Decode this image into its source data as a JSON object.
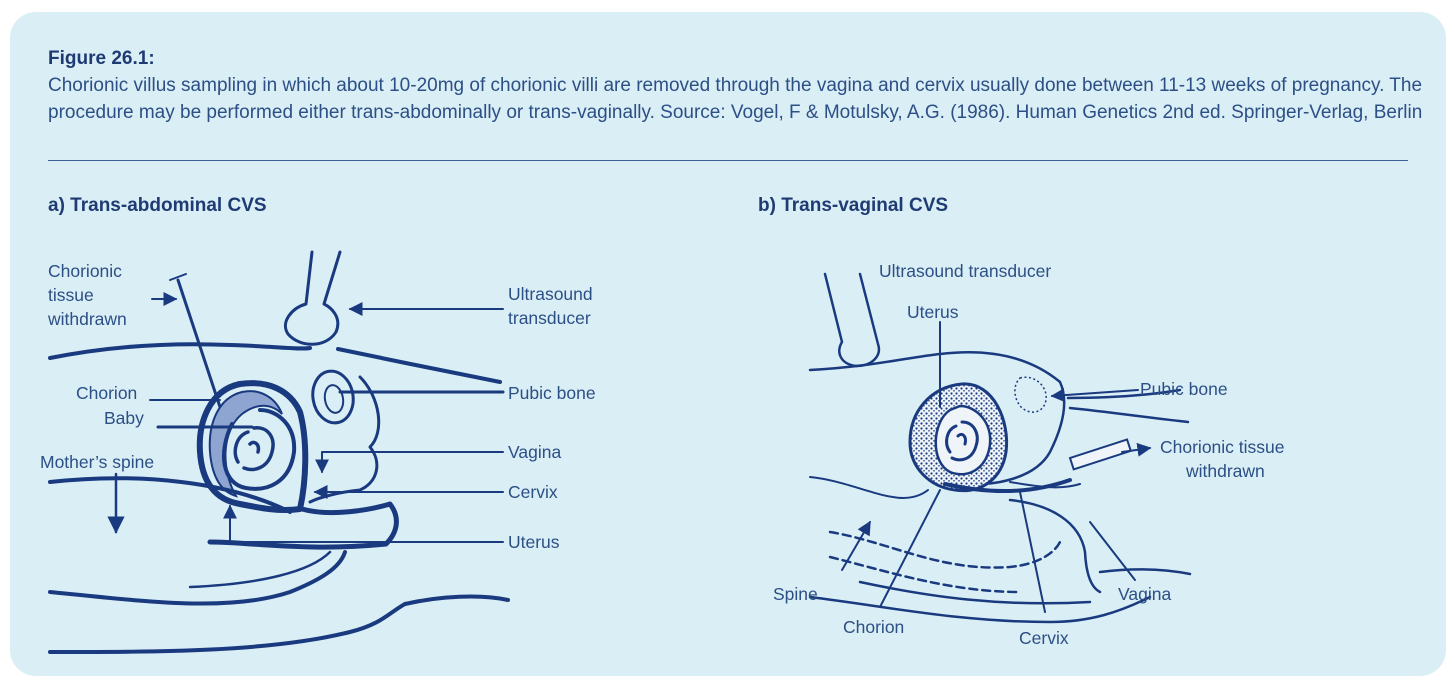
{
  "figure": {
    "label": "Figure 26.1:",
    "caption": "Chorionic villus sampling in which about 10-20mg of chorionic villi are removed through the vagina and cervix usually done between 11-13 weeks of pregnancy. The procedure may be performed either trans-abdominally or trans-vaginally. Source: Vogel, F & Motulsky, A.G. (1986). Human Genetics 2nd ed. Springer-Verlag, Berlin"
  },
  "panel_a": {
    "title": "a) Trans-abdominal CVS",
    "labels": {
      "chorionic_1": "Chorionic",
      "chorionic_2": "tissue",
      "chorionic_3": "withdrawn",
      "ultrasound_1": "Ultrasound",
      "ultrasound_2": "transducer",
      "chorion": "Chorion",
      "baby": "Baby",
      "pubic_bone": "Pubic bone",
      "vagina": "Vagina",
      "mothers_spine": "Mother’s spine",
      "cervix": "Cervix",
      "uterus": "Uterus"
    }
  },
  "panel_b": {
    "title": "b) Trans-vaginal CVS",
    "labels": {
      "ultrasound": "Ultrasound transducer",
      "uterus": "Uterus",
      "pubic_bone": "Pubic bone",
      "chorionic_1": "Chorionic tissue",
      "chorionic_2": "withdrawn",
      "spine": "Spine",
      "vagina": "Vagina",
      "chorion": "Chorion",
      "cervix": "Cervix"
    }
  },
  "colors": {
    "background": "#daeef5",
    "ink": "#1a3a80",
    "text": "#2c4f86",
    "chorion_fill": "#8fa5d1"
  }
}
